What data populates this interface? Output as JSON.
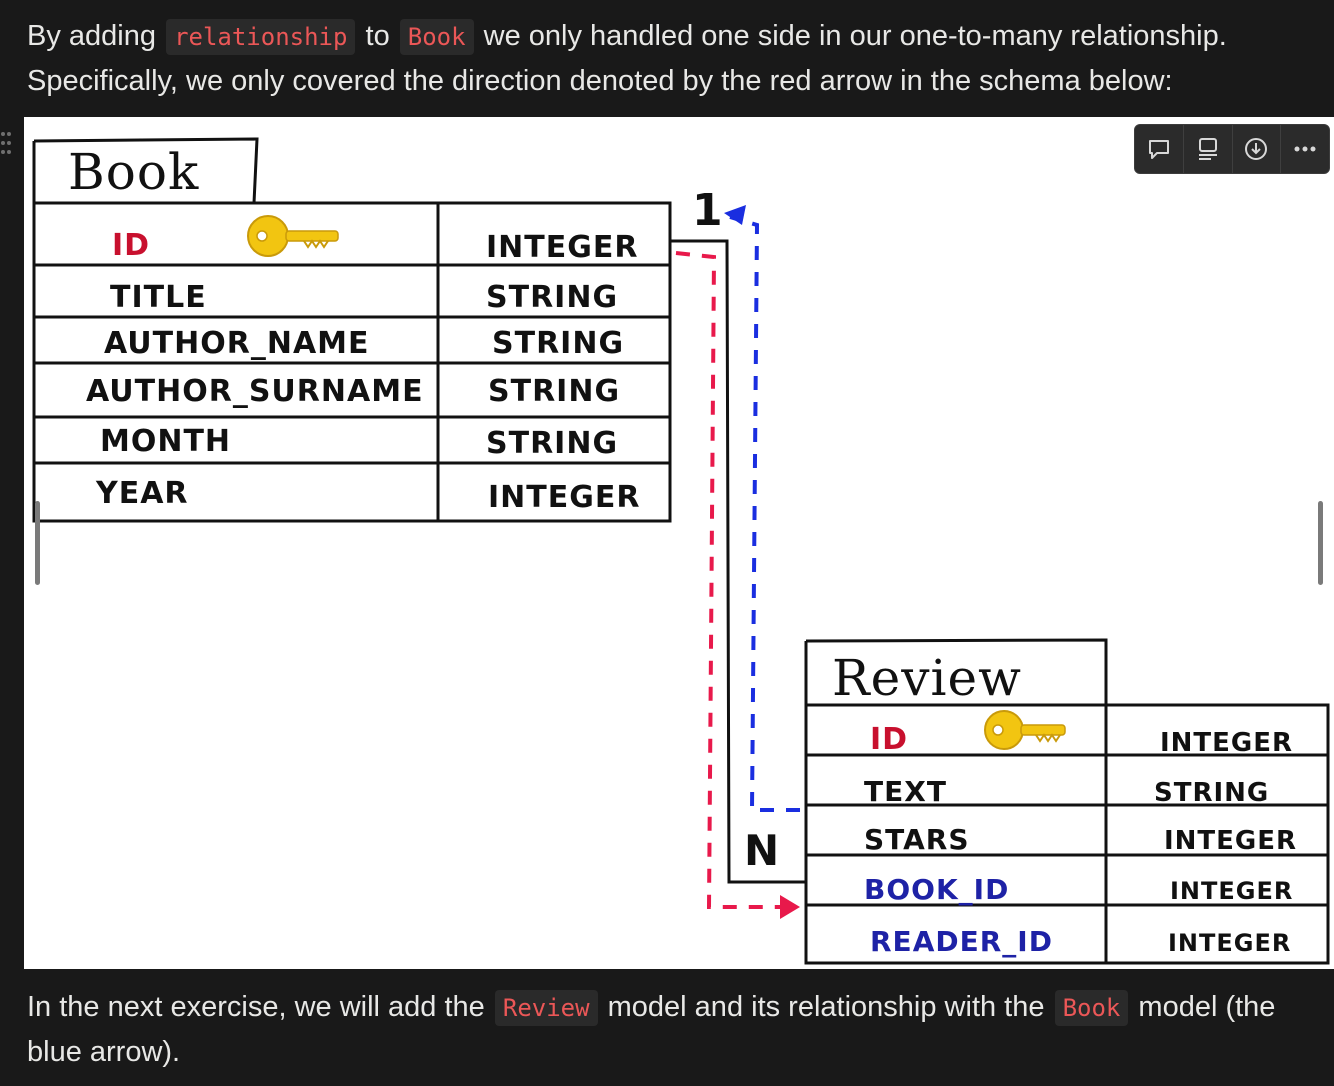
{
  "intro": {
    "text1": "By adding",
    "code1": "relationship",
    "text2": "to",
    "code2": "Book",
    "text3": "we only handled one side in our one-to-many relationship. Specifically, we only covered the direction denoted by the red arrow in the schema below:"
  },
  "outro": {
    "text1": "In the next exercise, we will add the",
    "code1": "Review",
    "text2": "model and its relationship with the",
    "code2": "Book",
    "text3": "model (the blue arrow)."
  },
  "schema": {
    "book_title": "Book",
    "book_rows": [
      {
        "field": "ID",
        "type": "INTEGER"
      },
      {
        "field": "TITLE",
        "type": "STRING"
      },
      {
        "field": "AUTHOR_NAME",
        "type": "STRING"
      },
      {
        "field": "AUTHOR_SURNAME",
        "type": "STRING"
      },
      {
        "field": "MONTH",
        "type": "STRING"
      },
      {
        "field": "YEAR",
        "type": "INTEGER"
      }
    ],
    "review_title": "Review",
    "review_rows": [
      {
        "field": "ID",
        "type": "INTEGER"
      },
      {
        "field": "TEXT",
        "type": "STRING"
      },
      {
        "field": "STARS",
        "type": "INTEGER"
      },
      {
        "field": "BOOK_ID",
        "type": "INTEGER"
      },
      {
        "field": "READER_ID",
        "type": "INTEGER"
      }
    ],
    "one_label": "1",
    "many_label": "N",
    "colors": {
      "red": "#e8194b",
      "blue": "#1a2ee0",
      "key": "#f2c511"
    }
  },
  "toolbar": {
    "icons": [
      "comment-icon",
      "caption-icon",
      "download-icon",
      "more-icon"
    ]
  }
}
